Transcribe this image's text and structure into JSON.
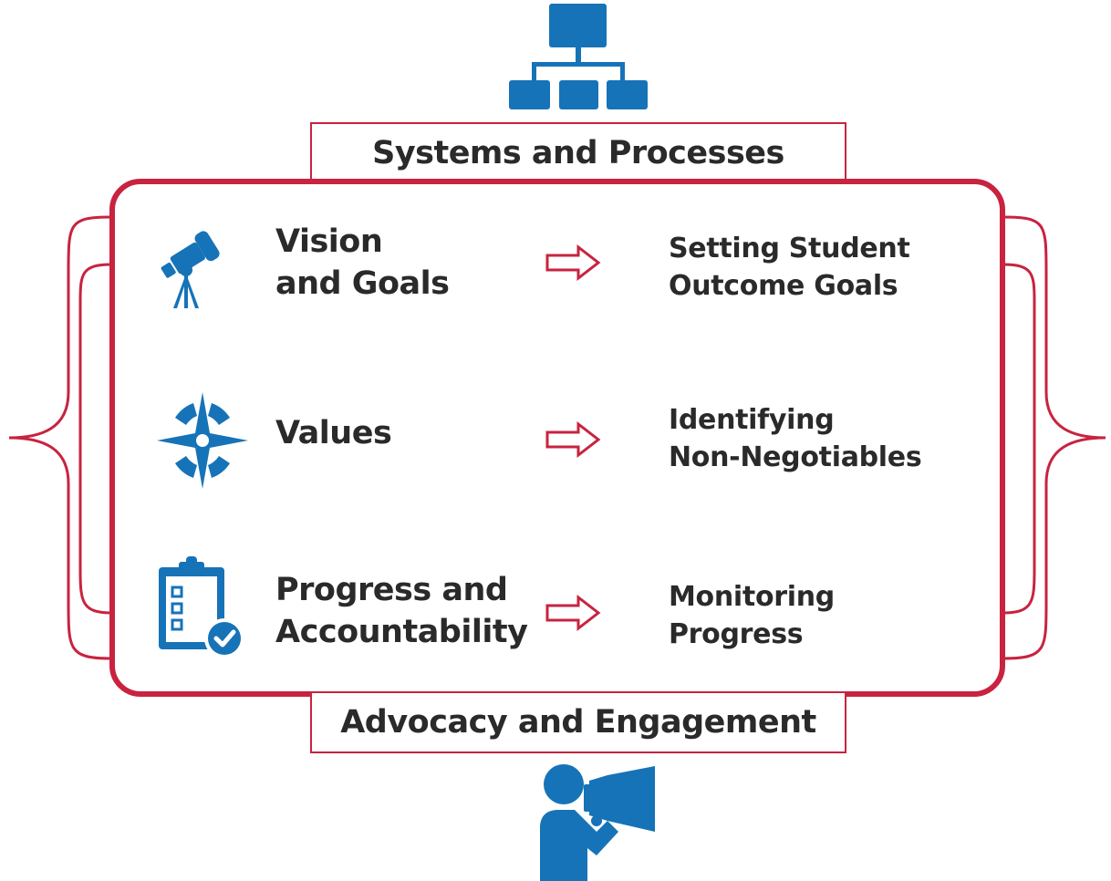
{
  "diagram": {
    "top_label": "Systems and Processes",
    "bottom_label": "Advocacy and Engagement",
    "rows": [
      {
        "icon": "telescope-icon",
        "title_line1": "Vision",
        "title_line2": "and Goals",
        "result_line1": "Setting Student",
        "result_line2": "Outcome Goals"
      },
      {
        "icon": "compass-icon",
        "title_line1": "Values",
        "result_line1": "Identifying",
        "result_line2": "Non-Negotiables"
      },
      {
        "icon": "clipboard-check-icon",
        "title_line1": "Progress and",
        "title_line2": "Accountability",
        "result_line1": "Monitoring",
        "result_line2": "Progress"
      }
    ],
    "colors": {
      "accent_red": "#c8233f",
      "icon_blue": "#1673b8",
      "text": "#2a2a2a"
    }
  }
}
